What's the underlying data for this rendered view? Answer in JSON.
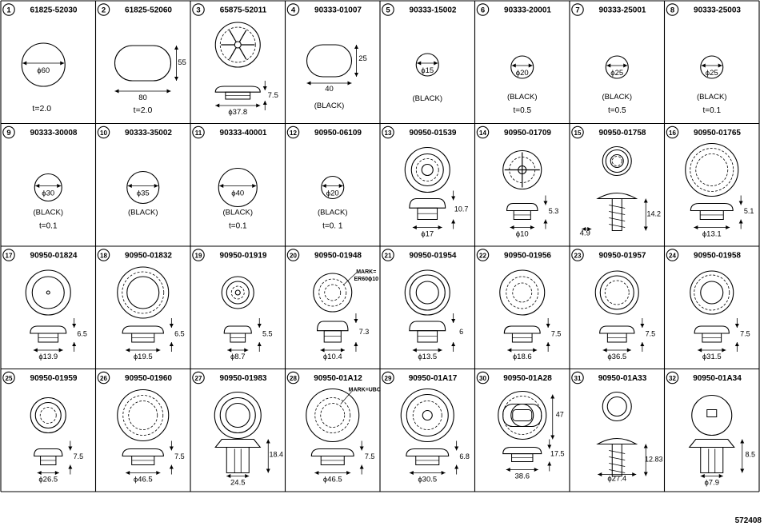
{
  "cells": [
    {
      "index": "1",
      "part": "61825-52030",
      "labels": [
        "ϕ60",
        "t=2.0"
      ]
    },
    {
      "index": "2",
      "part": "61825-52060",
      "labels": [
        "55",
        "80",
        "t=2.0"
      ]
    },
    {
      "index": "3",
      "part": "65875-52011",
      "labels": [
        "7.5",
        "ϕ37.8"
      ]
    },
    {
      "index": "4",
      "part": "90333-01007",
      "labels": [
        "25",
        "40",
        "(BLACK)"
      ]
    },
    {
      "index": "5",
      "part": "90333-15002",
      "labels": [
        "ϕ15",
        "(BLACK)"
      ]
    },
    {
      "index": "6",
      "part": "90333-20001",
      "labels": [
        "ϕ20",
        "(BLACK)",
        "t=0.5"
      ]
    },
    {
      "index": "7",
      "part": "90333-25001",
      "labels": [
        "ϕ25",
        "(BLACK)",
        "t=0.5"
      ]
    },
    {
      "index": "8",
      "part": "90333-25003",
      "labels": [
        "ϕ25",
        "(BLACK)",
        "t=0.1"
      ]
    },
    {
      "index": "9",
      "part": "90333-30008",
      "labels": [
        "ϕ30",
        "(BLACK)",
        "t=0.1"
      ]
    },
    {
      "index": "10",
      "part": "90333-35002",
      "labels": [
        "ϕ35",
        "(BLACK)"
      ]
    },
    {
      "index": "11",
      "part": "90333-40001",
      "labels": [
        "ϕ40",
        "(BLACK)",
        "t=0.1"
      ]
    },
    {
      "index": "12",
      "part": "90950-06109",
      "labels": [
        "ϕ20",
        "(BLACK)",
        "t=0. 1"
      ]
    },
    {
      "index": "13",
      "part": "90950-01539",
      "labels": [
        "10.7",
        "ϕ17"
      ]
    },
    {
      "index": "14",
      "part": "90950-01709",
      "labels": [
        "5.3",
        "ϕ10"
      ]
    },
    {
      "index": "15",
      "part": "90950-01758",
      "labels": [
        "14.2",
        "4.9"
      ]
    },
    {
      "index": "16",
      "part": "90950-01765",
      "labels": [
        "5.1",
        "ϕ13.1"
      ]
    },
    {
      "index": "17",
      "part": "90950-01824",
      "labels": [
        "6.5",
        "ϕ13.9"
      ]
    },
    {
      "index": "18",
      "part": "90950-01832",
      "labels": [
        "6.5",
        "ϕ19.5"
      ]
    },
    {
      "index": "19",
      "part": "90950-01919",
      "labels": [
        "5.5",
        "ϕ8.7"
      ]
    },
    {
      "index": "20",
      "part": "90950-01948",
      "labels": [
        "MARK=",
        "ER60ϕ10",
        "7.3",
        "ϕ10.4"
      ]
    },
    {
      "index": "21",
      "part": "90950-01954",
      "labels": [
        "6",
        "ϕ13.5"
      ]
    },
    {
      "index": "22",
      "part": "90950-01956",
      "labels": [
        "7.5",
        "ϕ18.6"
      ]
    },
    {
      "index": "23",
      "part": "90950-01957",
      "labels": [
        "7.5",
        "ϕ36.5"
      ]
    },
    {
      "index": "24",
      "part": "90950-01958",
      "labels": [
        "7.5",
        "ϕ31.5"
      ]
    },
    {
      "index": "25",
      "part": "90950-01959",
      "labels": [
        "7.5",
        "ϕ26.5"
      ]
    },
    {
      "index": "26",
      "part": "90950-01960",
      "labels": [
        "7.5",
        "ϕ46.5"
      ]
    },
    {
      "index": "27",
      "part": "90950-01983",
      "labels": [
        "18.4",
        "24.5"
      ]
    },
    {
      "index": "28",
      "part": "90950-01A12",
      "labels": [
        "MARK=UBC",
        "7.5",
        "ϕ46.5"
      ]
    },
    {
      "index": "29",
      "part": "90950-01A17",
      "labels": [
        "6.8",
        "ϕ30.5"
      ]
    },
    {
      "index": "30",
      "part": "90950-01A28",
      "labels": [
        "47",
        "17.5",
        "38.6"
      ]
    },
    {
      "index": "31",
      "part": "90950-01A33",
      "labels": [
        "12.83",
        "ϕ27.4"
      ]
    },
    {
      "index": "32",
      "part": "90950-01A34",
      "labels": [
        "8.5",
        "ϕ7.9"
      ]
    }
  ],
  "footer_code": "572408"
}
